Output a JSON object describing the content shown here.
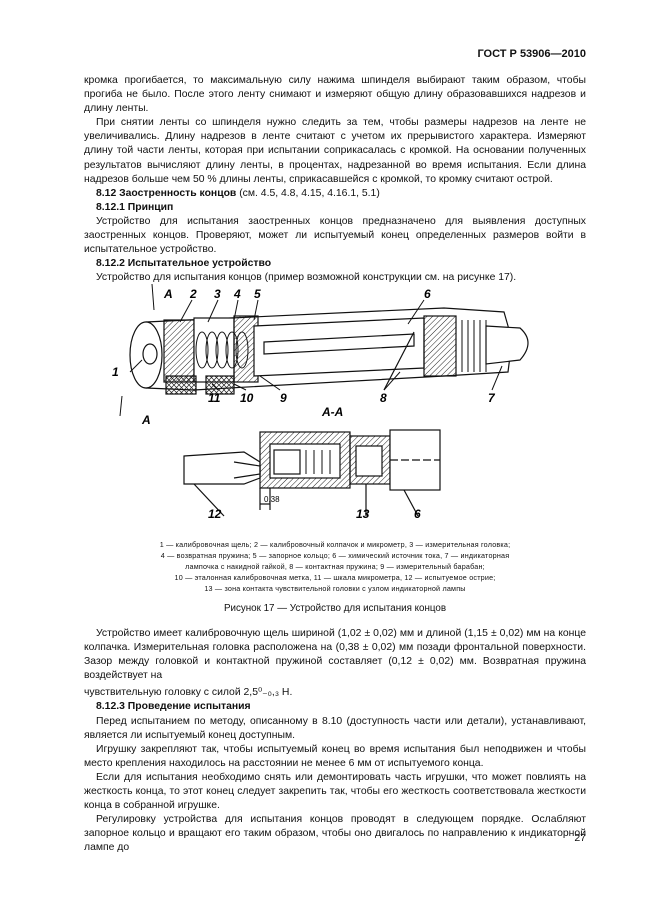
{
  "header": {
    "standard": "ГОСТ Р 53906—2010"
  },
  "body_top": [
    "кромка прогибается, то максимальную силу нажима шпинделя выбирают таким образом, чтобы прогиба не было. После этого ленту снимают и измеряют общую длину образовавшихся надрезов и длину ленты.",
    "При снятии ленты со шпинделя нужно следить за тем, чтобы размеры надрезов на ленте не увеличивались. Длину надрезов в ленте считают с учетом их прерывистого характера. Измеряют длину той части ленты, которая при испытании соприкасалась с кромкой. На основании полученных результатов вычисляют длину ленты, в процентах, надрезанной во время испытания. Если длина надрезов больше чем 50 % длины ленты, сприкасавшейся с кромкой, то кромку считают острой."
  ],
  "section_8_12": {
    "title": "8.12 Заостренность концов",
    "refs": " (см. 4.5, 4.8, 4.15, 4.16.1, 5.1)"
  },
  "section_8_12_1": {
    "title": "8.12.1 Принцип",
    "text": "Устройство для испытания заостренных концов предназначено для выявления доступных заостренных концов. Проверяют, может ли испытуемый конец определенных размеров войти в испытательное устройство."
  },
  "section_8_12_2": {
    "title": "8.12.2 Испытательное устройство",
    "text": "Устройство для испытания концов (пример возможной конструкции см. на рисунке 17)."
  },
  "figure": {
    "labels": {
      "A_top": "А",
      "A_bottom": "А",
      "section": "А-А",
      "dim": "0,38",
      "n1": "1",
      "n2": "2",
      "n3": "3",
      "n4": "4",
      "n5": "5",
      "n6": "6",
      "n6b": "6",
      "n7": "7",
      "n8": "8",
      "n9": "9",
      "n10": "10",
      "n11": "11",
      "n12": "12",
      "n13": "13"
    },
    "legend": [
      "1 — калибровочная щель; 2 — калибровочный колпачок и микрометр, 3 — измерительная головка;",
      "4 — возвратная пружина; 5 — запорное кольцо; 6 — химический источник тока, 7 — индикаторная",
      "лампочка с накидной гайкой, 8 — контактная пружина; 9 — измерительный барабан;",
      "10 — эталонная калибровочная метка, 11 — шкала микрометра, 12 — испытуемое острие;",
      "13 — зона контакта чувствительной головки с узлом индикаторной лампы"
    ],
    "caption": "Рисунок 17 — Устройство для испытания концов"
  },
  "body_bottom": {
    "p1": "Устройство имеет калибровочную щель шириной (1,02 ± 0,02) мм и длиной (1,15 ± 0,02) мм на конце колпачка. Измерительная головка расположена на (0,38 ± 0,02) мм позади фронтальной поверхности. Зазор между головкой и контактной пружиной составляет (0,12 ± 0,02) мм. Возвратная пружина воздействует на",
    "p1_tail": "чувствительную головку с силой 2,5⁰₋₀,₃ Н.",
    "section_8_12_3": "8.12.3 Проведение испытания",
    "p2": "Перед испытанием по методу, описанному в 8.10 (доступность части или детали), устанавливают, является ли испытуемый конец доступным.",
    "p3": "Игрушку закрепляют так, чтобы испытуемый конец во время испытания был неподвижен и чтобы место крепления находилось на расстоянии не менее 6 мм от испытуемого конца.",
    "p4": "Если для испытания необходимо снять или демонтировать часть игрушки, что может повлиять на жесткость конца, то этот конец следует закрепить так, чтобы его жесткость соответствовала жесткости конца в собранной игрушке.",
    "p5": "Регулировку устройства для испытания концов проводят в следующем порядке. Ослабляют запорное кольцо и вращают его таким образом, чтобы оно двигалось по направлению к индикаторной лампе до"
  },
  "page_number": "27"
}
